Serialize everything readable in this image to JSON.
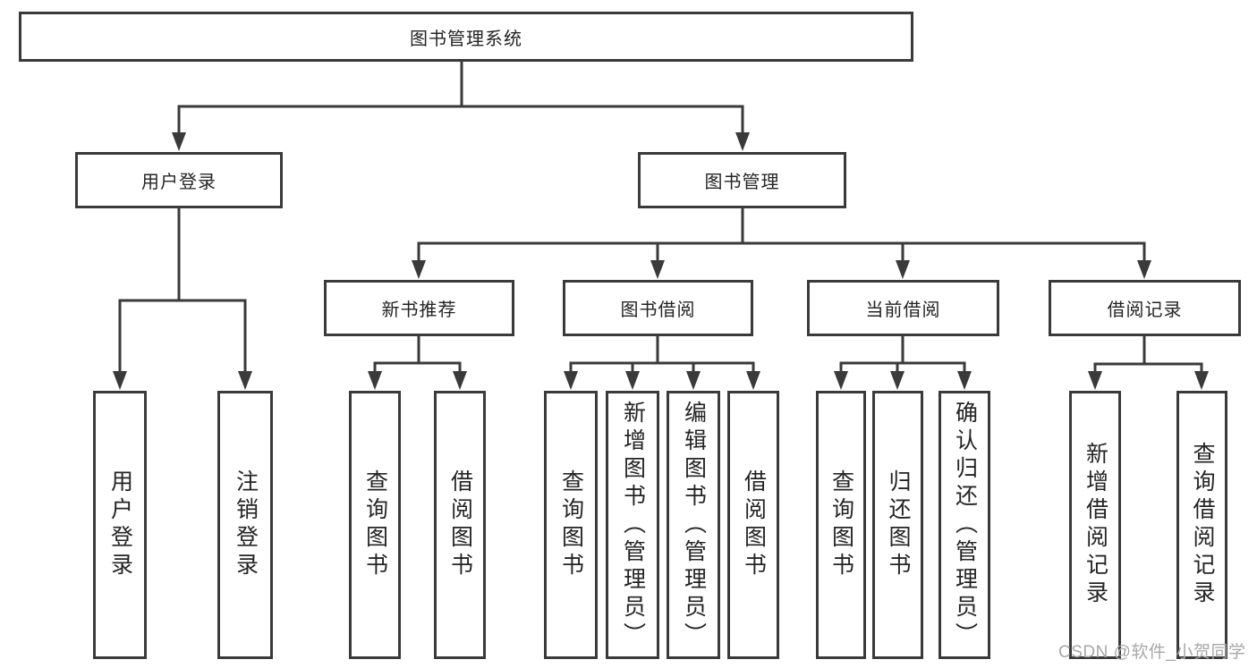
{
  "diagram": {
    "type": "hierarchy-tree",
    "watermark": "CSDN @软件_小贺同学",
    "colors": {
      "line": "#3a3a3a",
      "box_border": "#3a3a3a",
      "box_bg": "#ffffff",
      "text": "#242424",
      "watermark": "#a8a8a8"
    },
    "hierarchy": {
      "label": "图书管理系统",
      "children": [
        {
          "label": "用户登录",
          "children": [
            {
              "label": "用户登录"
            },
            {
              "label": "注销登录"
            }
          ]
        },
        {
          "label": "图书管理",
          "children": [
            {
              "label": "新书推荐",
              "children": [
                {
                  "label": "查询图书"
                },
                {
                  "label": "借阅图书"
                }
              ]
            },
            {
              "label": "图书借阅",
              "children": [
                {
                  "label": "查询图书"
                },
                {
                  "label": "新增图书（管理员）"
                },
                {
                  "label": "编辑图书（管理员）"
                },
                {
                  "label": "借阅图书"
                }
              ]
            },
            {
              "label": "当前借阅",
              "children": [
                {
                  "label": "查询图书"
                },
                {
                  "label": "归还图书"
                },
                {
                  "label": "确认归还（管理员）"
                }
              ]
            },
            {
              "label": "借阅记录",
              "children": [
                {
                  "label": "新增借阅记录"
                },
                {
                  "label": "查询借阅记录"
                }
              ]
            }
          ]
        }
      ]
    }
  }
}
